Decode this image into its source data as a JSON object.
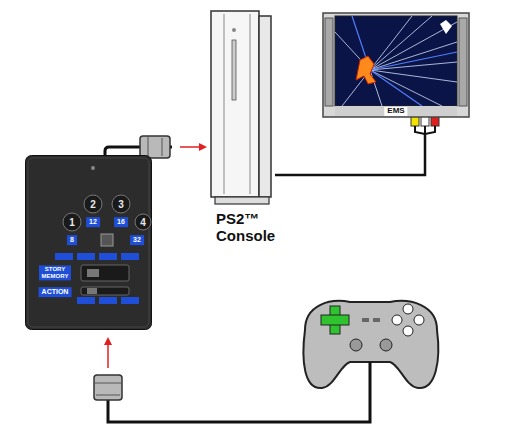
{
  "diagram": {
    "nodes": [
      {
        "text": [
          "1",
          "2",
          "3",
          "4",
          "8",
          "12",
          "16",
          "32",
          "STORY MEMORY",
          "ACTION"
        ]
      },
      {
        "text": [
          "PS2™ Console"
        ]
      },
      {
        "text": [
          "EMS"
        ]
      }
    ],
    "edges": [
      {
        "from": 0,
        "to": 1,
        "arrow": "to"
      },
      {
        "from": 1,
        "to": 2,
        "arrow": "none"
      }
    ]
  }
}
